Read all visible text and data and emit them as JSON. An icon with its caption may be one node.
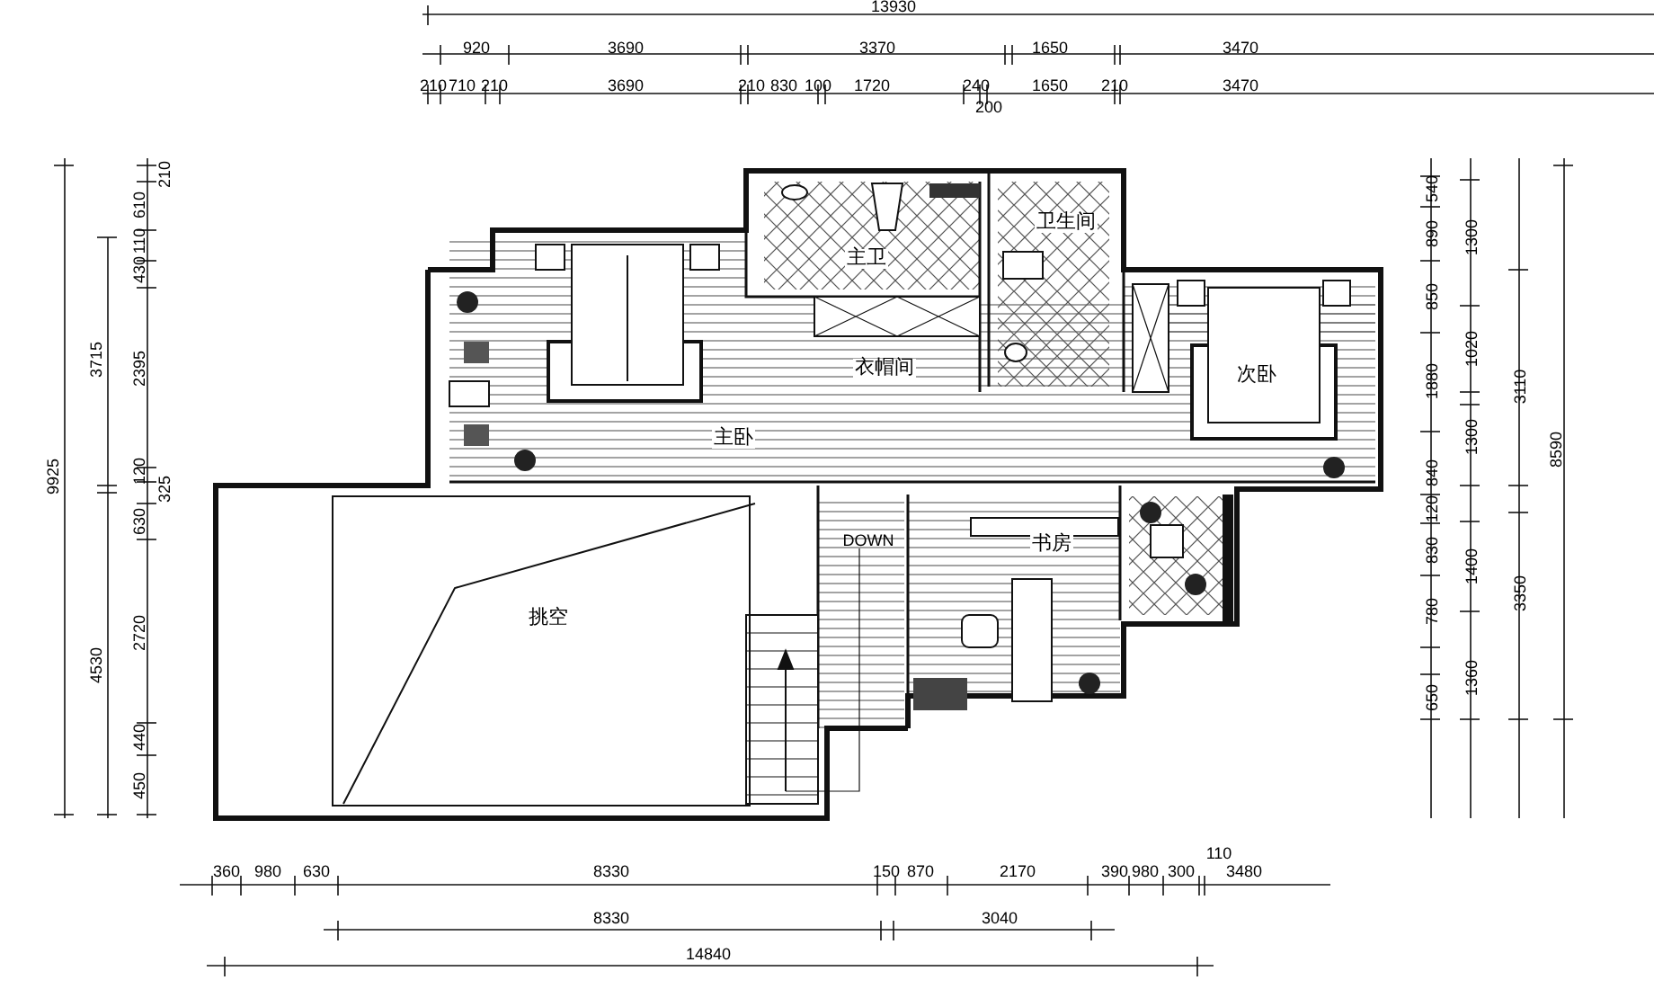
{
  "diagram": {
    "labels": [
      "13930",
      "920",
      "3690",
      "3370",
      "1650",
      "3470",
      "210",
      "710",
      "210",
      "3690",
      "210",
      "830",
      "100",
      "1720",
      "240",
      "200",
      "1650",
      "210",
      "3470",
      "9925",
      "3715",
      "4530",
      "210",
      "610",
      "110",
      "430",
      "2395",
      "120",
      "325",
      "630",
      "2720",
      "440",
      "450",
      "卫生间",
      "主卫",
      "衣帽间",
      "次卧",
      "主卧",
      "DOWN",
      "书房",
      "挑空",
      "540",
      "890",
      "850",
      "1880",
      "840",
      "120",
      "830",
      "780",
      "650",
      "1300",
      "1020",
      "1300",
      "1400",
      "1360",
      "3110",
      "3350",
      "8590",
      "360",
      "980",
      "630",
      "8330",
      "150",
      "870",
      "2170",
      "390",
      "980",
      "300",
      "3480",
      "110",
      "8330",
      "3040",
      "14840"
    ]
  }
}
